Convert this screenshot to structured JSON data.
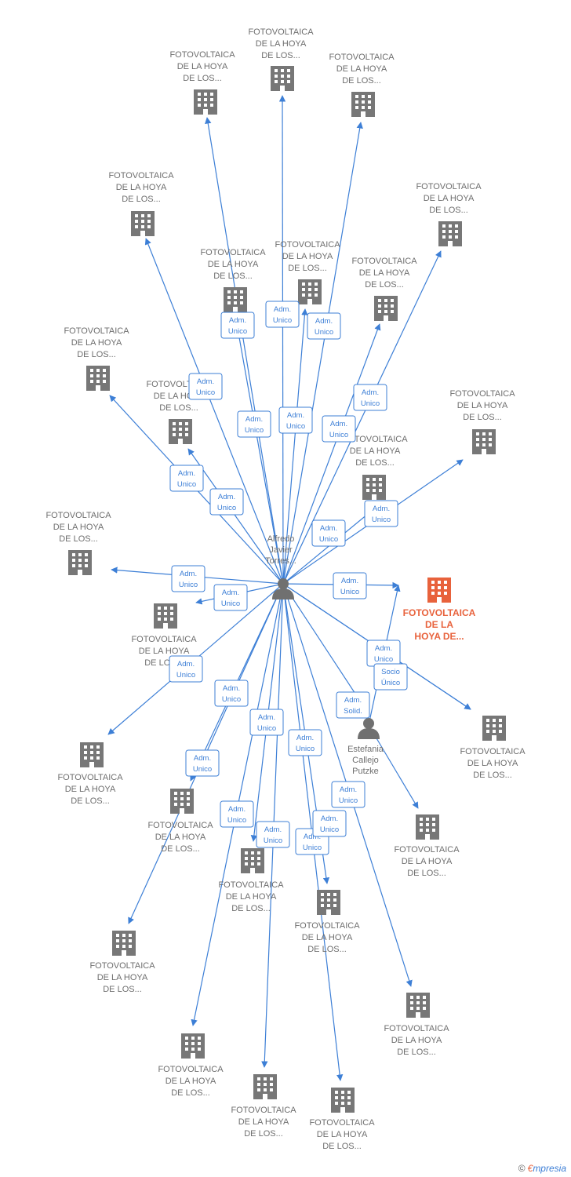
{
  "colors": {
    "edge": "#3d7fd6",
    "building": "#777777",
    "main_building": "#e8623c",
    "person": "#707070"
  },
  "people": [
    {
      "id": "p1",
      "label": [
        "Alfredo",
        "Javier",
        "Torres..."
      ],
      "icon": "person-icon"
    },
    {
      "id": "p2",
      "label": [
        "Estefania",
        "Callejo",
        "Putzke"
      ],
      "icon": "person-icon"
    }
  ],
  "companies": [
    {
      "id": "main",
      "label": [
        "FOTOVOLTAICA",
        "DE LA",
        "HOYA DE..."
      ],
      "main": true
    },
    {
      "id": "c1",
      "label": [
        "FOTOVOLTAICA",
        "DE LA HOYA",
        "DE LOS..."
      ]
    },
    {
      "id": "c2",
      "label": [
        "FOTOVOLTAICA",
        "DE LA HOYA",
        "DE LOS..."
      ]
    },
    {
      "id": "c3",
      "label": [
        "FOTOVOLTAICA",
        "DE LA HOYA",
        "DE LOS..."
      ]
    },
    {
      "id": "c4",
      "label": [
        "FOTOVOLTAICA",
        "DE LA HOYA",
        "DE LOS..."
      ]
    },
    {
      "id": "c5",
      "label": [
        "FOTOVOLTAICA",
        "DE LA HOYA",
        "DE LOS..."
      ]
    },
    {
      "id": "c6",
      "label": [
        "FOTOVOLTAICA",
        "DE LA HOYA",
        "DE LOS..."
      ]
    },
    {
      "id": "c7",
      "label": [
        "FOTOVOLTAICA",
        "DE LA HOYA",
        "DE LOS..."
      ]
    },
    {
      "id": "c8",
      "label": [
        "FOTOVOLTAICA",
        "DE LA HOYA",
        "DE LOS..."
      ]
    },
    {
      "id": "c9",
      "label": [
        "FOTOVOLTAICA",
        "DE LA HOYA",
        "DE LOS..."
      ]
    },
    {
      "id": "c10",
      "label": [
        "FOTOVOLTAICA",
        "DE LA HOYA",
        "DE LOS..."
      ]
    },
    {
      "id": "c11",
      "label": [
        "FOTOVOLTAICA",
        "DE LA HOYA",
        "DE LOS..."
      ]
    },
    {
      "id": "c12",
      "label": [
        "FOTOVOLTAICA",
        "DE LA HOYA",
        "DE LOS..."
      ]
    },
    {
      "id": "c13",
      "label": [
        "FOTOVOLTAICA",
        "DE LA HOYA",
        "DE LOS..."
      ]
    },
    {
      "id": "c14",
      "label": [
        "FOTOVOLTAICA",
        "DE LA HOYA",
        "DE LOS..."
      ]
    },
    {
      "id": "c15",
      "label": [
        "FOTOVOLTAICA",
        "DE LA HOYA",
        "DE LOS..."
      ]
    },
    {
      "id": "c16",
      "label": [
        "FOTOVOLTAICA",
        "DE LA HOYA",
        "DE LOS..."
      ]
    },
    {
      "id": "c17",
      "label": [
        "FOTOVOLTAICA",
        "DE LA HOYA",
        "DE LOS..."
      ]
    },
    {
      "id": "c18",
      "label": [
        "FOTOVOLTAICA",
        "DE LA HOYA",
        "DE LOS..."
      ]
    },
    {
      "id": "c19",
      "label": [
        "FOTOVOLTAICA",
        "DE LA HOYA",
        "DE LOS..."
      ]
    },
    {
      "id": "c20",
      "label": [
        "FOTOVOLTAICA",
        "DE LA HOYA",
        "DE LOS..."
      ]
    },
    {
      "id": "c21",
      "label": [
        "FOTOVOLTAICA",
        "DE LA HOYA",
        "DE LOS..."
      ]
    },
    {
      "id": "c22",
      "label": [
        "FOTOVOLTAICA",
        "DE LA HOYA",
        "DE LOS..."
      ]
    },
    {
      "id": "c23",
      "label": [
        "FOTOVOLTAICA",
        "DE LA HOYA",
        "DE LOS..."
      ]
    },
    {
      "id": "c24",
      "label": [
        "FOTOVOLTAICA",
        "DE LA HOYA",
        "DE LOS..."
      ]
    },
    {
      "id": "c25",
      "label": [
        "FOTOVOLTAICA",
        "DE LA HOYA",
        "DE LOS..."
      ]
    },
    {
      "id": "c26",
      "label": [
        "FOTOVOLTAICA",
        "DE LA HOYA",
        "DE LOS..."
      ]
    }
  ],
  "relationships": [
    {
      "from": "p1",
      "to": "main",
      "label": [
        "Adm.",
        "Unico"
      ]
    },
    {
      "from": "p1",
      "to": "c1",
      "label": [
        "Adm.",
        "Unico"
      ]
    },
    {
      "from": "p1",
      "to": "c2",
      "label": [
        "Adm.",
        "Unico"
      ]
    },
    {
      "from": "p1",
      "to": "c3",
      "label": [
        "Adm.",
        "Unico"
      ]
    },
    {
      "from": "p1",
      "to": "c4",
      "label": [
        "Adm.",
        "Unico"
      ]
    },
    {
      "from": "p1",
      "to": "c5",
      "label": [
        "Adm.",
        "Unico"
      ]
    },
    {
      "from": "p1",
      "to": "c6",
      "label": [
        "Adm.",
        "Unico"
      ]
    },
    {
      "from": "p1",
      "to": "c7",
      "label": [
        "Adm.",
        "Unico"
      ]
    },
    {
      "from": "p1",
      "to": "c8",
      "label": [
        "Adm.",
        "Unico"
      ]
    },
    {
      "from": "p1",
      "to": "c9",
      "label": [
        "Adm.",
        "Unico"
      ]
    },
    {
      "from": "p1",
      "to": "c10",
      "label": [
        "Adm.",
        "Unico"
      ]
    },
    {
      "from": "p1",
      "to": "c11",
      "label": [
        "Adm.",
        "Unico"
      ]
    },
    {
      "from": "p1",
      "to": "c12",
      "label": [
        "Adm.",
        "Unico"
      ]
    },
    {
      "from": "p1",
      "to": "c13",
      "label": [
        "Adm.",
        "Unico"
      ]
    },
    {
      "from": "p1",
      "to": "c14",
      "label": [
        "Adm.",
        "Unico"
      ]
    },
    {
      "from": "p1",
      "to": "c15",
      "label": [
        "Adm.",
        "Unico"
      ]
    },
    {
      "from": "p1",
      "to": "c16",
      "label": [
        "Adm.",
        "Unico"
      ]
    },
    {
      "from": "p1",
      "to": "c17",
      "label": [
        "Adm.",
        "Unico"
      ]
    },
    {
      "from": "p1",
      "to": "c18",
      "label": [
        "Adm.",
        "Unico"
      ]
    },
    {
      "from": "p1",
      "to": "c19",
      "label": [
        "Adm.",
        "Unico"
      ]
    },
    {
      "from": "p1",
      "to": "c20",
      "label": [
        "Adm.",
        "Unico"
      ]
    },
    {
      "from": "p1",
      "to": "c21",
      "label": [
        "Adm.",
        "Unico"
      ]
    },
    {
      "from": "p1",
      "to": "c22",
      "label": [
        "Adm.",
        "Unico"
      ]
    },
    {
      "from": "p1",
      "to": "c23",
      "label": [
        "Adm.",
        "Unico"
      ]
    },
    {
      "from": "p1",
      "to": "c24",
      "label": [
        "Adm.",
        "Unico"
      ]
    },
    {
      "from": "p1",
      "to": "c26",
      "label": [
        "Adm.",
        "Unico"
      ]
    },
    {
      "from": "p1",
      "to": "p2",
      "label": [
        "Adm.",
        "Solid."
      ]
    },
    {
      "from": "p2",
      "to": "main",
      "label": [
        "Socio",
        "Único"
      ]
    },
    {
      "from": "p2",
      "to": "c25",
      "label": []
    }
  ],
  "footer": {
    "copyright": "©",
    "brand_e": "€",
    "brand_rest": "mpresia"
  }
}
